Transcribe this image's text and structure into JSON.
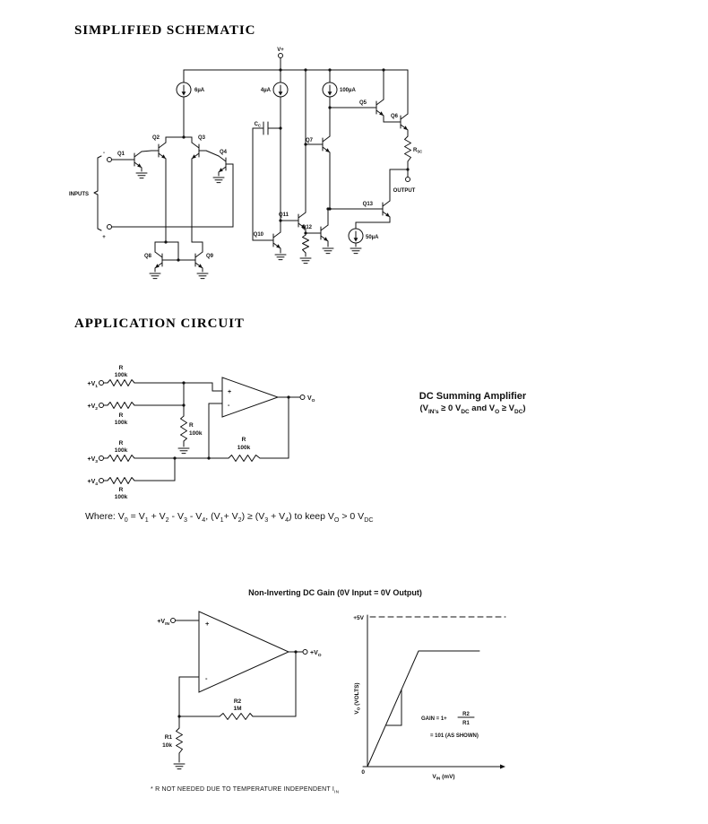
{
  "page": {
    "section1_title": "SIMPLIFIED SCHEMATIC",
    "section2_title": "APPLICATION CIRCUIT"
  },
  "schematic": {
    "v_plus": "V+",
    "inputs_label": "INPUTS",
    "output_label": "OUTPUT",
    "input_minus": "-",
    "input_plus": "+",
    "i1": "6µA",
    "i2": "4µA",
    "i3": "100µA",
    "i4": "50µA",
    "q1": "Q1",
    "q2": "Q2",
    "q3": "Q3",
    "q4": "Q4",
    "q5": "Q5",
    "q6": "Q6",
    "q7": "Q7",
    "q8": "Q8",
    "q9": "Q9",
    "q10": "Q10",
    "q11": "Q11",
    "q12": "Q12",
    "q13": "Q13",
    "cc_main": "C",
    "cc_sub": "C",
    "rsc_main": "R",
    "rsc_sub": "SC"
  },
  "summing_circuit": {
    "in1_pre": "+V",
    "in1_sub": "1",
    "in2_pre": "+V",
    "in2_sub": "2",
    "in3_pre": "+V",
    "in3_sub": "3",
    "in4_pre": "+V",
    "in4_sub": "4",
    "r_label": "R",
    "r_value": "100k",
    "opamp_plus": "+",
    "opamp_minus": "-",
    "out_pre": "V",
    "out_sub": "O"
  },
  "summing_caption": {
    "title": "DC Summing Amplifier",
    "subtitle_parts": [
      {
        "t": "(V"
      },
      {
        "t": "IN's",
        "s": true
      },
      {
        "t": " ≥ 0 V"
      },
      {
        "t": "DC",
        "s": true
      },
      {
        "t": " and V"
      },
      {
        "t": "O",
        "s": true
      },
      {
        "t": " ≥ V"
      },
      {
        "t": "DC",
        "s": true
      },
      {
        "t": ")"
      }
    ]
  },
  "where_line_parts": [
    {
      "t": "Where: V"
    },
    {
      "t": "0",
      "s": true
    },
    {
      "t": " = V"
    },
    {
      "t": "1",
      "s": true
    },
    {
      "t": " + V"
    },
    {
      "t": "2",
      "s": true
    },
    {
      "t": " - V"
    },
    {
      "t": "3",
      "s": true
    },
    {
      "t": " - V"
    },
    {
      "t": "4",
      "s": true
    },
    {
      "t": ", (V"
    },
    {
      "t": "1",
      "s": true
    },
    {
      "t": "+ V"
    },
    {
      "t": "2",
      "s": true
    },
    {
      "t": ") ≥ (V"
    },
    {
      "t": "3",
      "s": true
    },
    {
      "t": " + V"
    },
    {
      "t": "4",
      "s": true
    },
    {
      "t": ") to keep V"
    },
    {
      "t": "O",
      "s": true
    },
    {
      "t": " > 0 V"
    },
    {
      "t": "DC",
      "s": true
    }
  ],
  "gain_circuit": {
    "title": "Non-Inverting DC Gain (0V Input = 0V Output)",
    "vin_pre": "+V",
    "vin_sub": "IN",
    "vout_pre": "+V",
    "vout_sub": "O",
    "opamp_plus": "+",
    "opamp_minus": "-",
    "r2_name": "R2",
    "r2_value": "1M",
    "r1_name": "R1",
    "r1_value": "10k"
  },
  "graph": {
    "five_v": "+5V",
    "zero": "0",
    "y_pre": "V",
    "y_sub": "O",
    "y_rest": " (VOLTS)",
    "x_pre": "V",
    "x_sub": "IN",
    "x_rest": " (mV)",
    "gain_eq": "GAIN = 1+",
    "frac_num": "R2",
    "frac_den": "R1",
    "gain_result": "= 101 (AS SHOWN)"
  },
  "footnote_parts": [
    {
      "t": "* R NOT NEEDED DUE TO TEMPERATURE INDEPENDENT I"
    },
    {
      "t": "IN",
      "s": true
    }
  ],
  "chart_data": {
    "type": "line",
    "title": "Non-Inverting DC Gain (0V Input = 0V Output)",
    "xlabel": "VIN (mV)",
    "ylabel": "VO (VOLTS)",
    "x_axis_labeled_values": [
      "0"
    ],
    "y_axis_labeled_values": [
      "+5V"
    ],
    "series": [
      {
        "name": "VO vs VIN",
        "points": [
          [
            0,
            0
          ],
          [
            49.5,
            5
          ],
          [
            150,
            5
          ]
        ],
        "note": "linear rise at gain 101, saturating flat just below +5V"
      }
    ],
    "reference_lines": [
      {
        "type": "dashed-horizontal",
        "value": "+5V supply"
      }
    ],
    "annotations": [
      "GAIN = 1+ R2/R1",
      "= 101 (AS SHOWN)"
    ],
    "legend": "none",
    "grid": false
  }
}
